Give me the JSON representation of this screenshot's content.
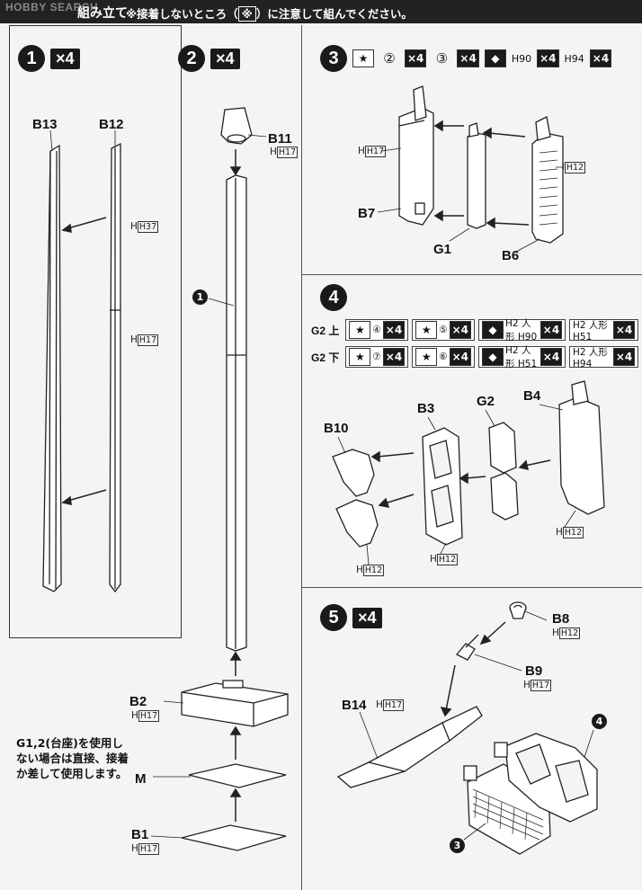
{
  "header": {
    "watermark": "HOBBY SEARCH",
    "title": "組み立て",
    "note_prefix": "※接着しないところ（",
    "note_symbol": "※",
    "note_suffix": "）に注意して組んでください。"
  },
  "step1": {
    "number": "1",
    "qty": "×4",
    "labels": {
      "b13": "B13",
      "b12": "B12",
      "h37": "H37",
      "h17": "H17"
    }
  },
  "step2": {
    "number": "2",
    "qty": "×4",
    "labels": {
      "b11": "B11",
      "b11_sub": "H17",
      "ref1": "1",
      "b2": "B2",
      "b2_sub": "H17",
      "m": "M",
      "b1": "B1",
      "b1_sub": "H17"
    },
    "note": "G1,2(台座)を使用しない場合は直接、接着か差して使用します。"
  },
  "step3": {
    "number": "3",
    "requirements": [
      {
        "symbol": "★",
        "dark": false
      },
      {
        "symbol": "②",
        "dark": false
      },
      {
        "symbol": "×4",
        "dark": true
      },
      {
        "symbol": "③",
        "dark": false
      },
      {
        "symbol": "×4",
        "dark": true
      },
      {
        "symbol": "◆",
        "dark": true
      },
      {
        "text": "H90"
      },
      {
        "symbol": "×4",
        "dark": true
      },
      {
        "text": "H94"
      },
      {
        "symbol": "×4",
        "dark": true
      }
    ],
    "labels": {
      "h17": "H17",
      "b7": "B7",
      "g1": "G1",
      "b6": "B6",
      "h12": "H12"
    }
  },
  "step4": {
    "number": "4",
    "rows": [
      {
        "label": "G2 上",
        "cells": [
          [
            "★",
            "④",
            "×4"
          ],
          [
            "★",
            "⑤",
            "×4"
          ],
          [
            "◆",
            "H2 人形 H90",
            "×4"
          ],
          [
            "H2 人形 H51",
            "×4"
          ]
        ]
      },
      {
        "label": "G2 下",
        "cells": [
          [
            "★",
            "⑦",
            "×4"
          ],
          [
            "★",
            "⑥",
            "×4"
          ],
          [
            "◆",
            "H2 人形 H51",
            "×4"
          ],
          [
            "H2 人形 H94",
            "×4"
          ]
        ]
      }
    ],
    "labels": {
      "b10": "B10",
      "b3": "B3",
      "g2": "G2",
      "b4": "B4",
      "h12": "H12"
    }
  },
  "step5": {
    "number": "5",
    "qty": "×4",
    "labels": {
      "b8": "B8",
      "b8_sub": "H12",
      "b9": "B9",
      "b9_sub": "H17",
      "b14": "B14",
      "b14_sub": "H17",
      "ref4": "4",
      "ref3": "3"
    }
  },
  "colors": {
    "ink": "#111111",
    "paper": "#f4f4f2",
    "panel_dark": "#1a1a1a"
  }
}
